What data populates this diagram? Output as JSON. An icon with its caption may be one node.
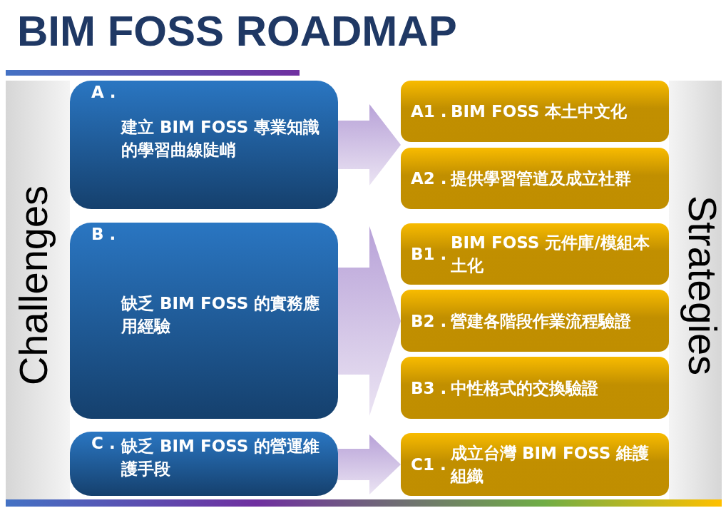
{
  "diagram": {
    "title": "BIM FOSS ROADMAP",
    "nodes": [
      {
        "text": [
          "A .",
          "建立 BIM FOSS 專業知識的學習曲線陡峭"
        ]
      },
      {
        "text": [
          "B .",
          "缺乏 BIM FOSS 的實務應用經驗"
        ]
      },
      {
        "text": [
          "C .",
          "缺乏 BIM FOSS 的營運維護手段"
        ]
      },
      {
        "text": [
          "A1 .",
          "BIM FOSS 本土中文化"
        ]
      },
      {
        "text": [
          "A2 .",
          "提供學習管道及成立社群"
        ]
      },
      {
        "text": [
          "B1 .",
          "BIM FOSS 元件庫/模組本土化"
        ]
      },
      {
        "text": [
          "B2 .",
          "營建各階段作業流程驗證"
        ]
      },
      {
        "text": [
          "B3 .",
          "中性格式的交換驗證"
        ]
      },
      {
        "text": [
          "C1 .",
          "成立台灣 BIM FOSS 維護組織"
        ]
      }
    ],
    "edges": [
      {
        "from": 0,
        "to": 3,
        "arrow": "to"
      },
      {
        "from": 0,
        "to": 4,
        "arrow": "to"
      },
      {
        "from": 1,
        "to": 5,
        "arrow": "to"
      },
      {
        "from": 1,
        "to": 6,
        "arrow": "to"
      },
      {
        "from": 1,
        "to": 7,
        "arrow": "to"
      },
      {
        "from": 2,
        "to": 8,
        "arrow": "to"
      }
    ],
    "labels": [
      "Challenges",
      "Strategies"
    ]
  }
}
